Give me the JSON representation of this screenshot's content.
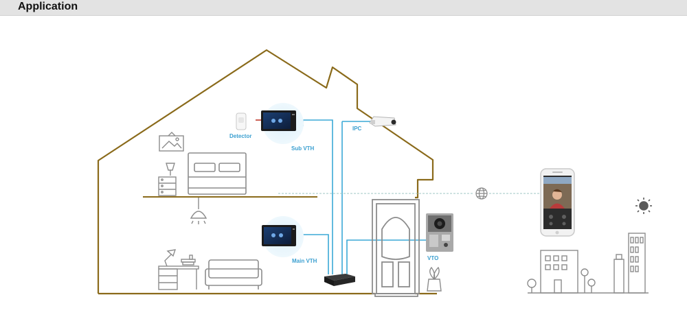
{
  "header": {
    "title": "Application"
  },
  "labels": {
    "detector": "Detector",
    "sub_vth": "Sub VTH",
    "ipc": "IPC",
    "main_vth": "Main VTH",
    "vto": "VTO"
  },
  "colors": {
    "house_outline": "#8a6a1a",
    "cable": "#3aa9d6",
    "label": "#3a9fd0",
    "icon_gray": "#8c8c8c",
    "header_bg": "#e3e3e3"
  }
}
